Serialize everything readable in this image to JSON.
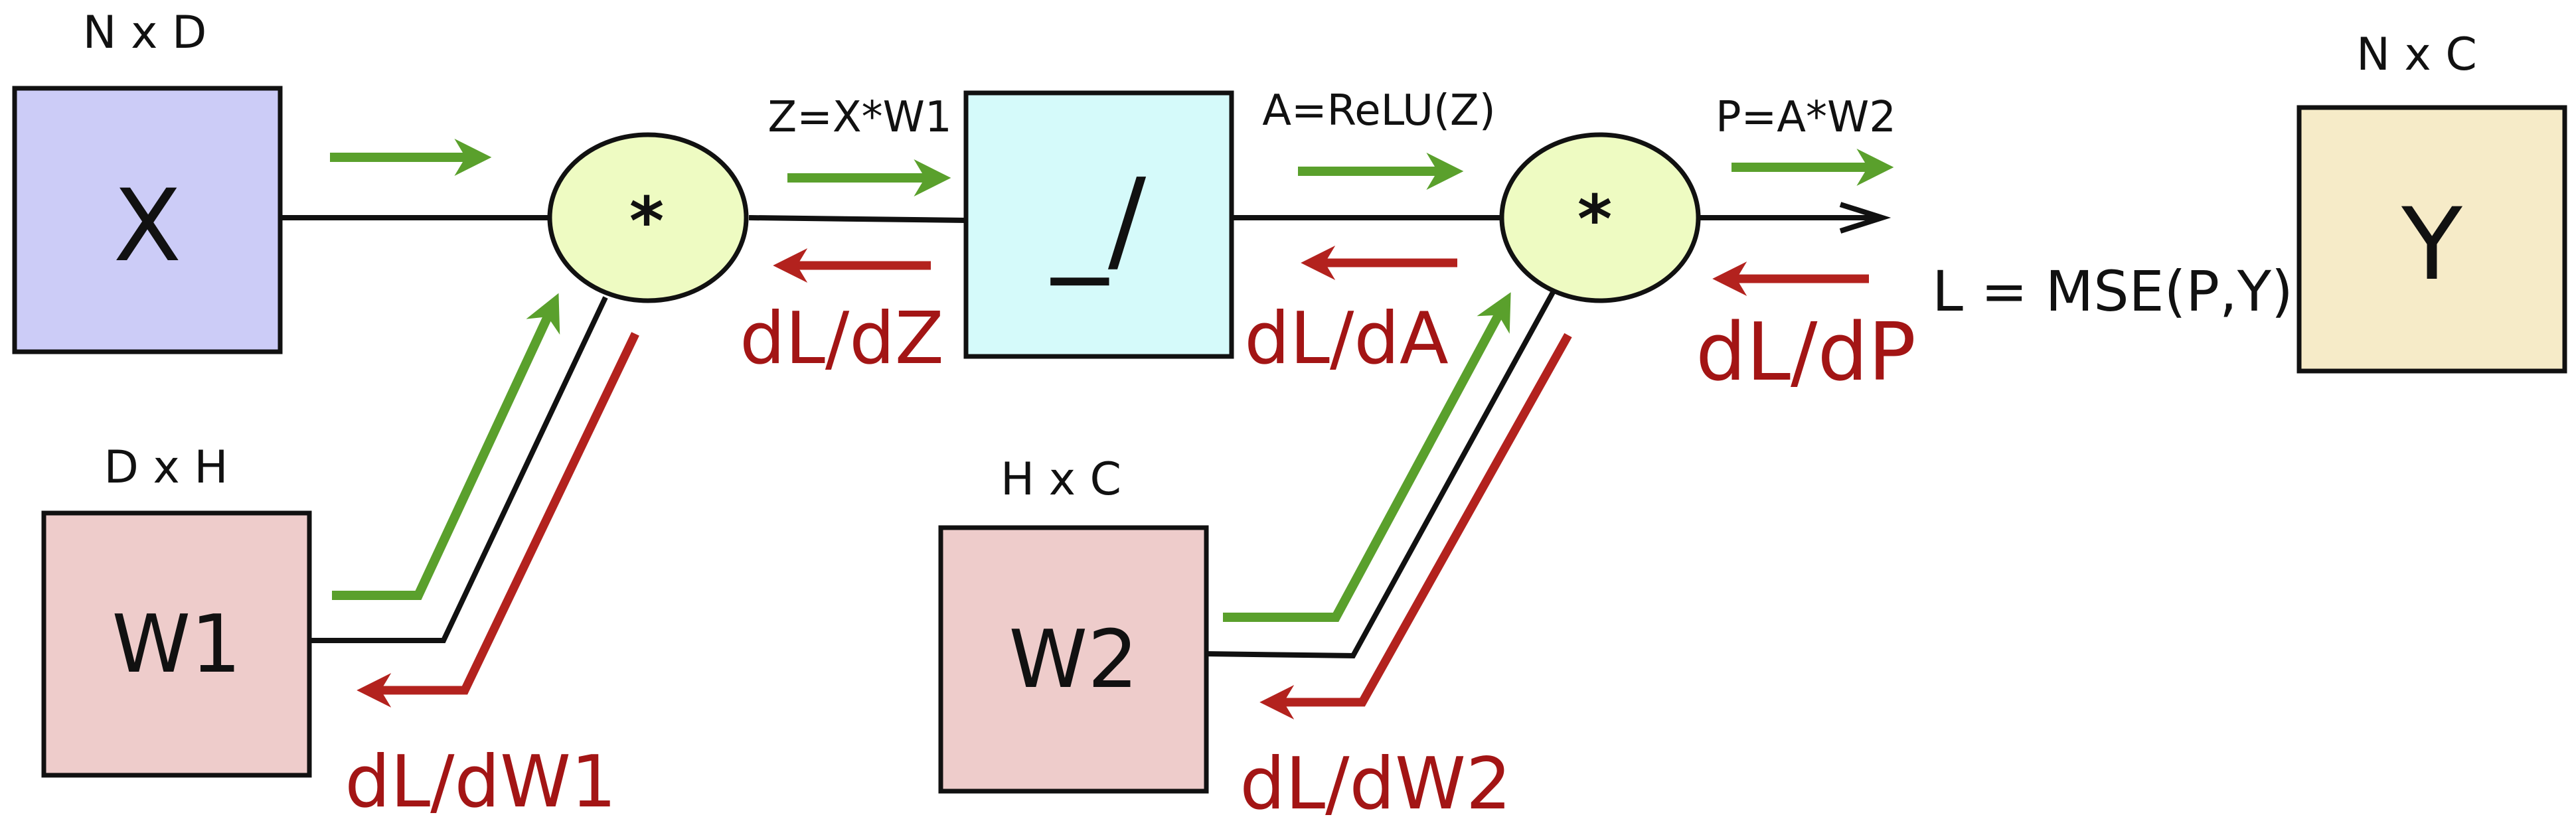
{
  "colors": {
    "input_box": "#ccccf7",
    "weight_box": "#eecccb",
    "relu_box": "#d5fafa",
    "target_box": "#f6ebc8",
    "op_node": "#eefbc2",
    "forward_arrow": "#5aa02c",
    "backward_arrow": "#b3221e",
    "gradient_text": "#a31515"
  },
  "nodes": {
    "x": {
      "label": "X",
      "dims": "N x D"
    },
    "w1": {
      "label": "W1",
      "dims": "D x H"
    },
    "w2": {
      "label": "W2",
      "dims": "H x C"
    },
    "y": {
      "label": "Y",
      "dims": "N x C"
    },
    "relu": {
      "glyph": "_/"
    },
    "mul1": {
      "symbol": "*"
    },
    "mul2": {
      "symbol": "*"
    }
  },
  "forward_labels": {
    "z": "Z=X*W1",
    "a": "A=ReLU(Z)",
    "p": "P=A*W2"
  },
  "loss": "L = MSE(P,Y)",
  "gradients": {
    "dz": "dL/dZ",
    "da": "dL/dA",
    "dp": "dL/dP",
    "dw1": "dL/dW1",
    "dw2": "dL/dW2"
  },
  "legend_icons": {
    "forward": "green-arrow-icon",
    "backward": "red-arrow-icon"
  }
}
